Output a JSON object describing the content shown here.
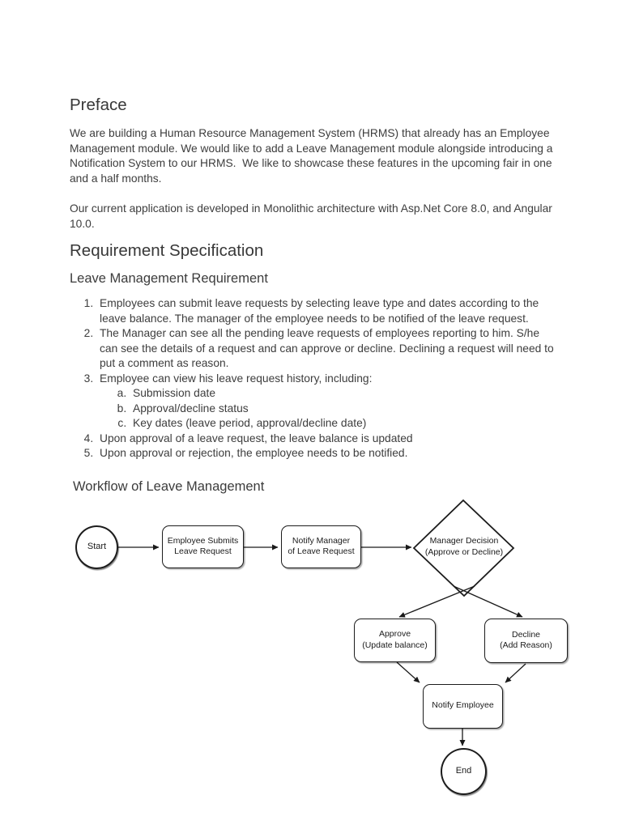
{
  "doc": {
    "preface_title": "Preface",
    "preface_p1": "We are building a Human Resource Management System (HRMS) that already has an Employee Management module. We would like to add a Leave Management module alongside introducing a Notification System to our HRMS.  We like to showcase these features in the upcoming fair in one and a half months.",
    "preface_p2": "Our current application is developed in Monolithic architecture with Asp.Net Core 8.0, and Angular 10.0.",
    "spec_title": "Requirement Specification",
    "leave_req_title": "Leave Management Requirement",
    "requirements": {
      "items": [
        "Employees can submit leave requests by selecting leave type and dates according to the leave balance. The manager of the employee needs to be notified of the leave request.",
        "The Manager can see all the pending leave requests of employees reporting to him. S/he can see the details of a request and can approve or decline. Declining a request will need to put a comment as reason.",
        "Employee can view his leave request history, including:",
        "Upon approval of a leave request, the leave balance is updated",
        "Upon approval or rejection, the employee needs to be notified."
      ],
      "sub_items": [
        "Submission date",
        "Approval/decline status",
        "Key dates (leave period, approval/decline date)"
      ]
    },
    "workflow_title": "Workflow of Leave Management"
  },
  "flowchart": {
    "start_label": "Start",
    "submit_line1": "Employee Submits",
    "submit_line2": "Leave Request",
    "notify_mgr_line1": "Notify Manager",
    "notify_mgr_line2": "of Leave Request",
    "decision_line1": "Manager Decision",
    "decision_line2": "(Approve or Decline)",
    "approve_line1": "Approve",
    "approve_line2": "(Update balance)",
    "decline_line1": "Decline",
    "decline_line2": "(Add Reason)",
    "notify_emp_label": "Notify Employee",
    "end_label": "End"
  },
  "colors": {
    "text": "#3d3d3d",
    "heading": "#383838",
    "node_border": "#1c1c1c",
    "connector": "#1a1a1a",
    "background": "#ffffff"
  }
}
